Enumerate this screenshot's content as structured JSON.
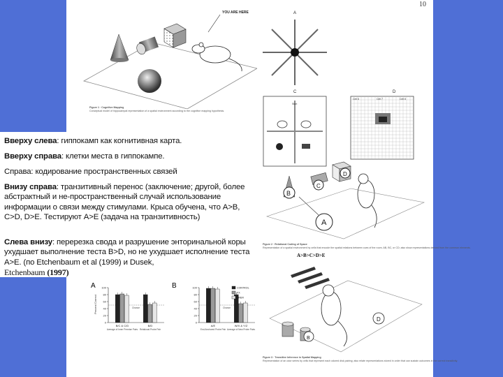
{
  "page_number": "10",
  "top_left_figure": {
    "label": "YOU ARE HERE",
    "caption_title": "Figure 1 · Cognitive Mapping",
    "caption_text": "Conceptual model of hippocampal representation of a spatial environment according to the cognitive mapping hypothesis."
  },
  "top_right_figure": {
    "panel_a": "A",
    "panel_c": "C",
    "panel_d": "D",
    "start_label": "Start",
    "cell_label_1": "Cell 6",
    "cell_label_2": "Cell 7",
    "cell_label_3": "Cell 8"
  },
  "overlay_text": {
    "p1_bold": "Вверху слева",
    "p1_rest": ": гиппокамп как когнитивная карта.",
    "p2_bold": "Вверху справа",
    "p2_rest": ": клетки места в гиппокампе.",
    "p3": "Справа: кодирование пространственных связей",
    "p4_bold": "Внизу справа",
    "p4_rest": ": транзитивный перенос (заключение; другой, более абстрактный и не-пространственный случай использование информации о связи между стимулами. Крыса обучена, что A>B, C>D, D>E.  Тестируют A>E (задача на транзитивность)",
    "p5_bold": "Слева внизу",
    "p5_rest": ": перерезка свода и разрушение энторинальной коры ухудшает выполнение теста B>D, но не ухудшает исполнение теста A>E. (по Etchenbaum et al (1999) и Dusek,",
    "p5_tail_serif": "Etchenbaum",
    "p5_tail_year": " (1997)"
  },
  "middle_right_figure": {
    "labels": [
      "A",
      "B",
      "C",
      "D"
    ],
    "caption_title": "Figure 2 · Relational Coding of Space",
    "caption_text": "Representation of a spatial environment by cells that encode the spatial relations between cues of the room. AB, BC, or CD; also show representations derived from the common elements."
  },
  "bottom_right_figure": {
    "formula": "A>B>C>D>E",
    "labels": [
      "D",
      "B"
    ],
    "caption_title": "Figure 3 · Transitive Inference in Spatial Mapping",
    "caption_text": "Representation of an odor series by cells that represent each odored disk pairing; also relate representations stored in order that can sustain outcomes in the correct transitivity."
  },
  "bar_charts": {
    "panel_a_label": "A",
    "panel_b_label": "B",
    "ylabel": "Percent Correct",
    "legend": [
      "CONTROL",
      "FX",
      "PRER"
    ],
    "chance_label": "Chance",
    "chart_data": [
      {
        "type": "bar",
        "categories": [
          "B/C & C/D",
          "B/D"
        ],
        "category_sublabels": [
          "Average of Inner Premise Pairs",
          "Relational Probe Pair"
        ],
        "series": [
          {
            "name": "CONTROL",
            "values": [
              80,
              80
            ]
          },
          {
            "name": "FX",
            "values": [
              82,
              52
            ]
          },
          {
            "name": "PRER",
            "values": [
              78,
              56
            ]
          }
        ],
        "ylim": [
          0,
          100
        ],
        "yticks": [
          0,
          20,
          40,
          60,
          80,
          100
        ],
        "chance": 50
      },
      {
        "type": "bar",
        "categories": [
          "A/E",
          "W/X & Y/Z"
        ],
        "category_sublabels": [
          "End-Anchored Probe Pair",
          "Average of New Probe Pairs"
        ],
        "series": [
          {
            "name": "CONTROL",
            "values": [
              98,
              80
            ]
          },
          {
            "name": "FX",
            "values": [
              98,
              54
            ]
          },
          {
            "name": "PRER",
            "values": [
              96,
              56
            ]
          }
        ],
        "ylim": [
          0,
          100
        ],
        "yticks": [
          0,
          20,
          40,
          60,
          80,
          100
        ],
        "chance": 50
      }
    ]
  }
}
